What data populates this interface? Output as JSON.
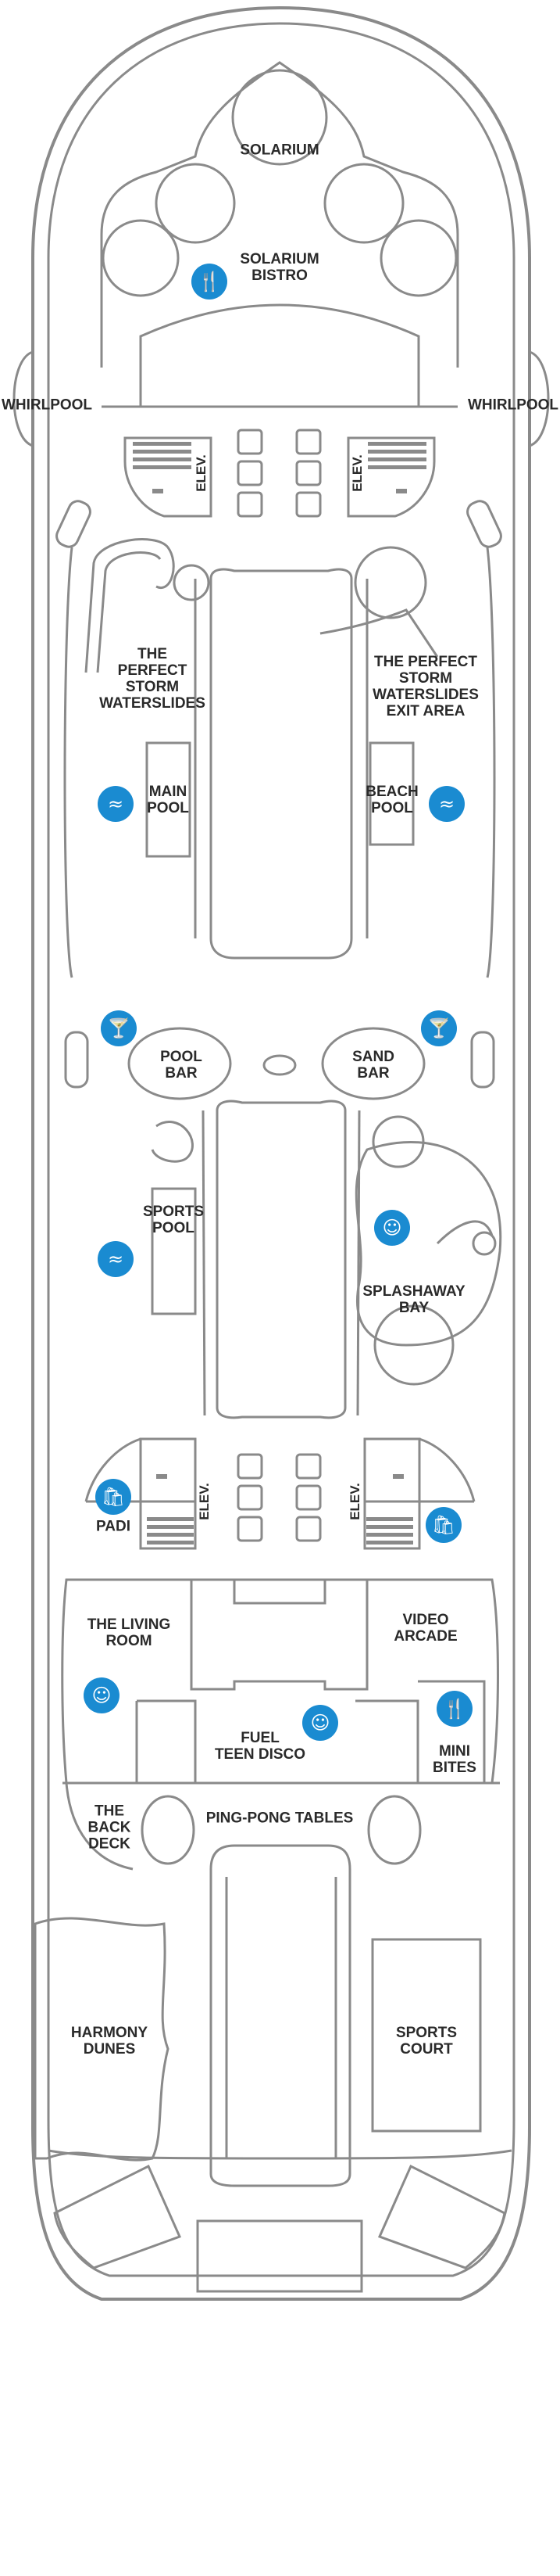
{
  "deck": {
    "areas": {
      "solarium": "SOLARIUM",
      "solarium_bistro": "SOLARIUM\nBISTRO",
      "whirlpool_left": "WHIRLPOOL",
      "whirlpool_right": "WHIRLPOOL",
      "elev_fwd_left": "ELEV.",
      "elev_fwd_right": "ELEV.",
      "waterslides": "THE\nPERFECT\nSTORM\nWATERSLIDES",
      "waterslides_exit": "THE PERFECT STORM\nWATERSLIDES\nEXIT AREA",
      "main_pool": "MAIN\nPOOL",
      "beach_pool": "BEACH\nPOOL",
      "pool_bar": "POOL\nBAR",
      "sand_bar": "SAND\nBAR",
      "sports_pool": "SPORTS\nPOOL",
      "splashaway_bay": "SPLASHAWAY\nBAY",
      "padi": "PADI",
      "elev_aft_left": "ELEV.",
      "elev_aft_right": "ELEV.",
      "living_room": "THE LIVING\nROOM",
      "video_arcade": "VIDEO\nARCADE",
      "fuel_teen_disco": "FUEL\nTEEN DISCO",
      "mini_bites": "MINI\nBITES",
      "back_deck": "THE\nBACK\nDECK",
      "ping_pong": "PING-PONG TABLES",
      "harmony_dunes": "HARMONY\nDUNES",
      "sports_court": "SPORTS\nCOURT"
    },
    "icons": {
      "dining": "dining-icon",
      "pool": "pool-icon",
      "bar": "cocktail-icon",
      "kids": "kids-icon",
      "shop": "shop-icon"
    },
    "colors": {
      "icon_blue": "#1a8bd1",
      "outline": "#8a8a8a",
      "label": "#2a2a2a"
    }
  }
}
